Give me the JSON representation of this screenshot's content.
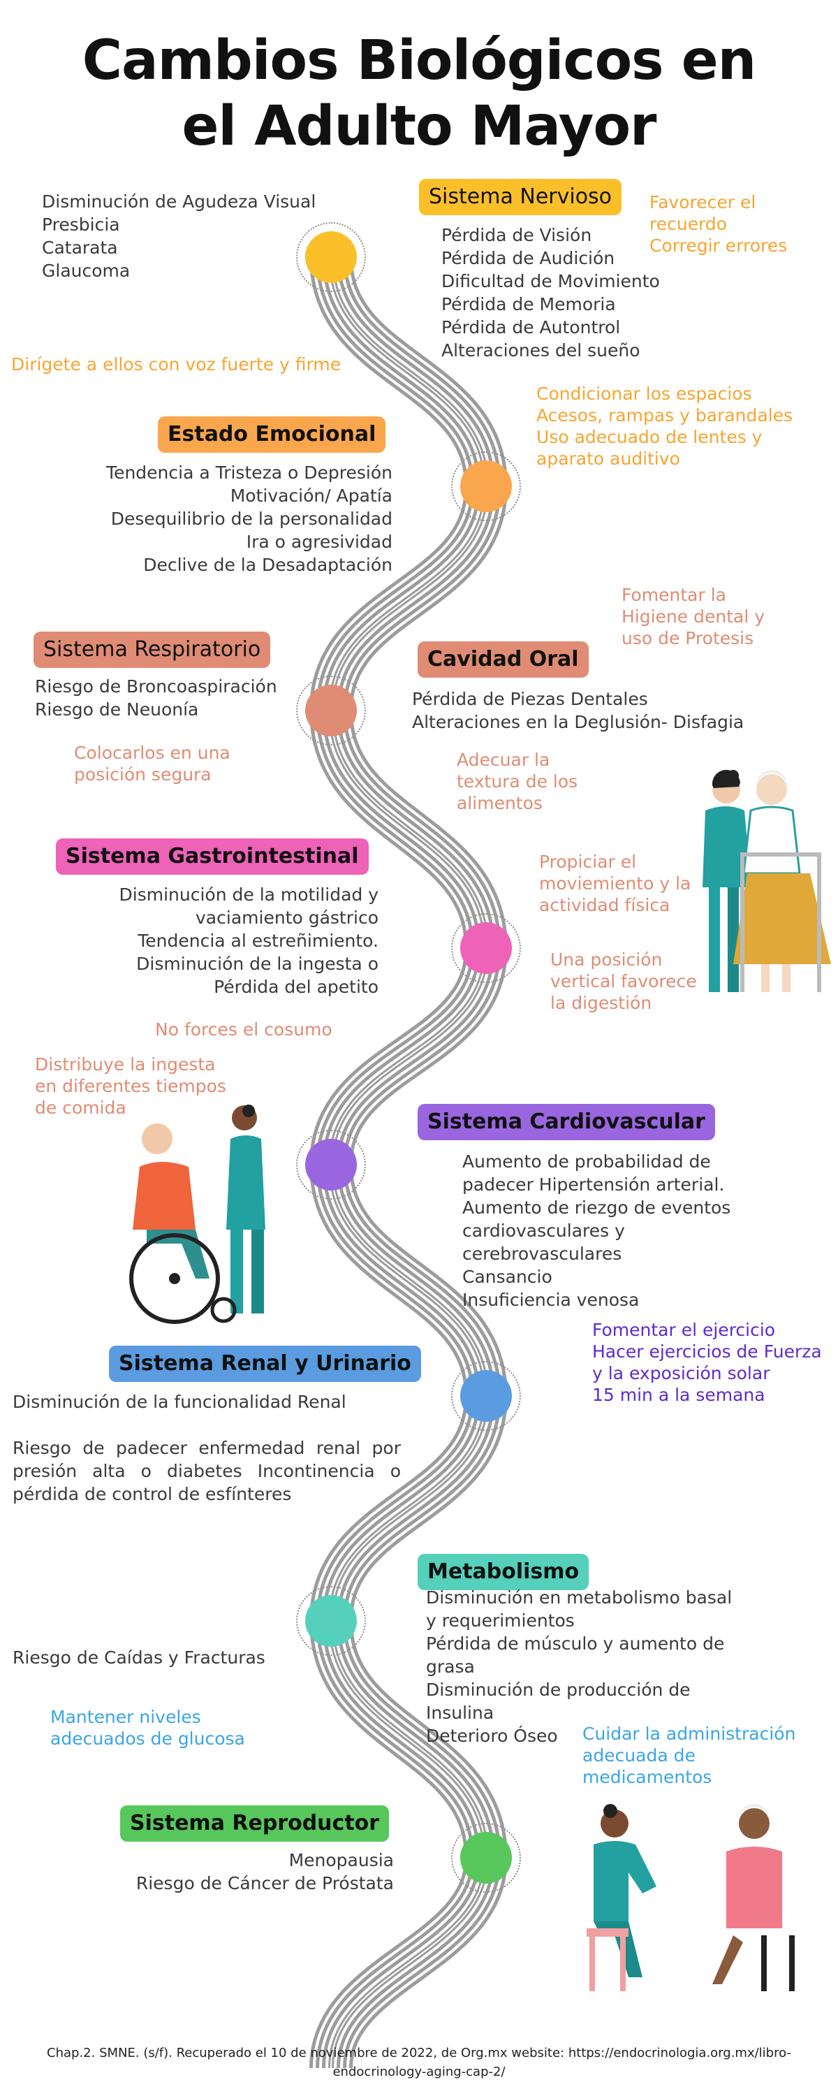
{
  "title": {
    "line1": "Cambios Biológicos en",
    "line2": "el Adulto Mayor"
  },
  "colors": {
    "nervioso": "#fbbf2a",
    "emocional": "#faa64c",
    "respiratorio": "#e08c74",
    "oral": "#e08c74",
    "gastro": "#ee62b8",
    "cardio": "#9966e0",
    "renal": "#5b9ce0",
    "metabolismo": "#55d0bb",
    "reproductor": "#58c75c",
    "road": "#9c9c9c"
  },
  "sections": {
    "nervioso": {
      "title": "Sistema Nervioso",
      "left_items": "Disminución de Agudeza Visual\nPresbicia\nCatarata\nGlaucoma",
      "items": "Pérdida de Visión\nPérdida de Audición\nDificultad de Movimiento\nPérdida de Memoria\nPérdida de Autontrol\nAlteraciones del sueño",
      "note1": "Favorecer el\nrecuerdo\nCorregir errores",
      "note2": "Dirígete a ellos con voz fuerte y firme",
      "note3": "Condicionar los espacios\nAcesos, rampas y barandales\nUso adecuado de lentes y\naparato auditivo"
    },
    "emocional": {
      "title": "Estado Emocional",
      "items": "Tendencia a Tristeza o Depresión\nMotivación/ Apatía\nDesequilibrio de la personalidad\nIra o agresividad\nDeclive de la Desadaptación"
    },
    "respiratorio": {
      "title": "Sistema Respiratorio",
      "items": "Riesgo de Broncoaspiración\nRiesgo de Neuonía",
      "note": "Colocarlos en una\nposición segura"
    },
    "oral": {
      "title": "Cavidad Oral",
      "items": "Pérdida de Piezas Dentales\nAlteraciones en la Deglusión- Disfagia",
      "note1": "Fomentar la\nHigiene dental y\nuso de Protesis",
      "note2": "Adecuar la\ntextura de los\nalimentos"
    },
    "gastro": {
      "title": "Sistema Gastrointestinal",
      "items": "Disminución de la motilidad y\nvaciamiento gástrico\nTendencia al estreñimiento.\nDisminución de la ingesta o \nPérdida del apetito",
      "note1": "Propiciar el\nmoviemiento y la\nactividad física",
      "note2": "Una posición\nvertical favorece\nla digestión",
      "note3": "No forces el cosumo",
      "note4": "Distribuye la ingesta\nen diferentes tiempos\nde comida"
    },
    "cardio": {
      "title": "Sistema Cardiovascular",
      "items": "Aumento de probabilidad de\npadecer Hipertensión arterial.\nAumento de riezgo de eventos\ncardiovasculares y\ncerebrovasculares\nCansancio\nInsuficiencia venosa",
      "note": "Fomentar el ejercicio\nHacer ejercicios de Fuerza\n y la exposición solar\n15 min a la semana"
    },
    "renal": {
      "title": "Sistema Renal y Urinario",
      "items1": "Disminución de la funcionalidad Renal",
      "items2": "Riesgo de padecer enfermedad renal por presión alta o diabetes\nIncontinencia o  pérdida de control de esfínteres"
    },
    "metabolismo": {
      "title": "Metabolismo",
      "items": "Disminución en metabolismo basal\ny requerimientos\nPérdida de músculo y aumento de\ngrasa\nDisminución de producción de\nInsulina\nDeterioro Óseo",
      "left_item": "Riesgo de Caídas y Fracturas",
      "note1": "Mantener niveles\nadecuados de glucosa",
      "note2": "Cuidar la administración\nadecuada de\nmedicamentos"
    },
    "reproductor": {
      "title": "Sistema Reproductor",
      "items": "Menopausia\nRiesgo de Cáncer de Próstata"
    }
  },
  "footer": "Chap.2. SMNE. (s/f). Recuperado el 10 de noviembre de 2022, de Org.mx website: https://endocrinologia.org.mx/libro-endocrinology-aging-cap-2/"
}
